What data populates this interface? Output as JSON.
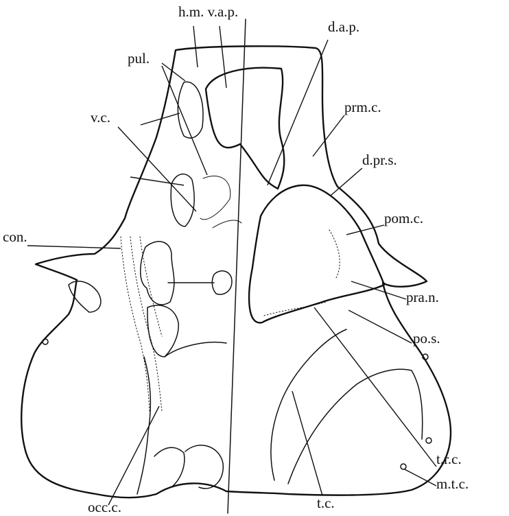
{
  "labels": {
    "hm_vap": "h.m. v.a.p.",
    "dap": "d.a.p.",
    "pul": "pul.",
    "prmc": "prm.c.",
    "vc": "v.c.",
    "dprs": "d.pr.s.",
    "pomc": "pom.c.",
    "con": "con.",
    "pran": "pra.n.",
    "pos": "po.s.",
    "trc": "t.r.c.",
    "mtc": "m.t.c.",
    "occc": "occ.c.",
    "tc": "t.c."
  }
}
